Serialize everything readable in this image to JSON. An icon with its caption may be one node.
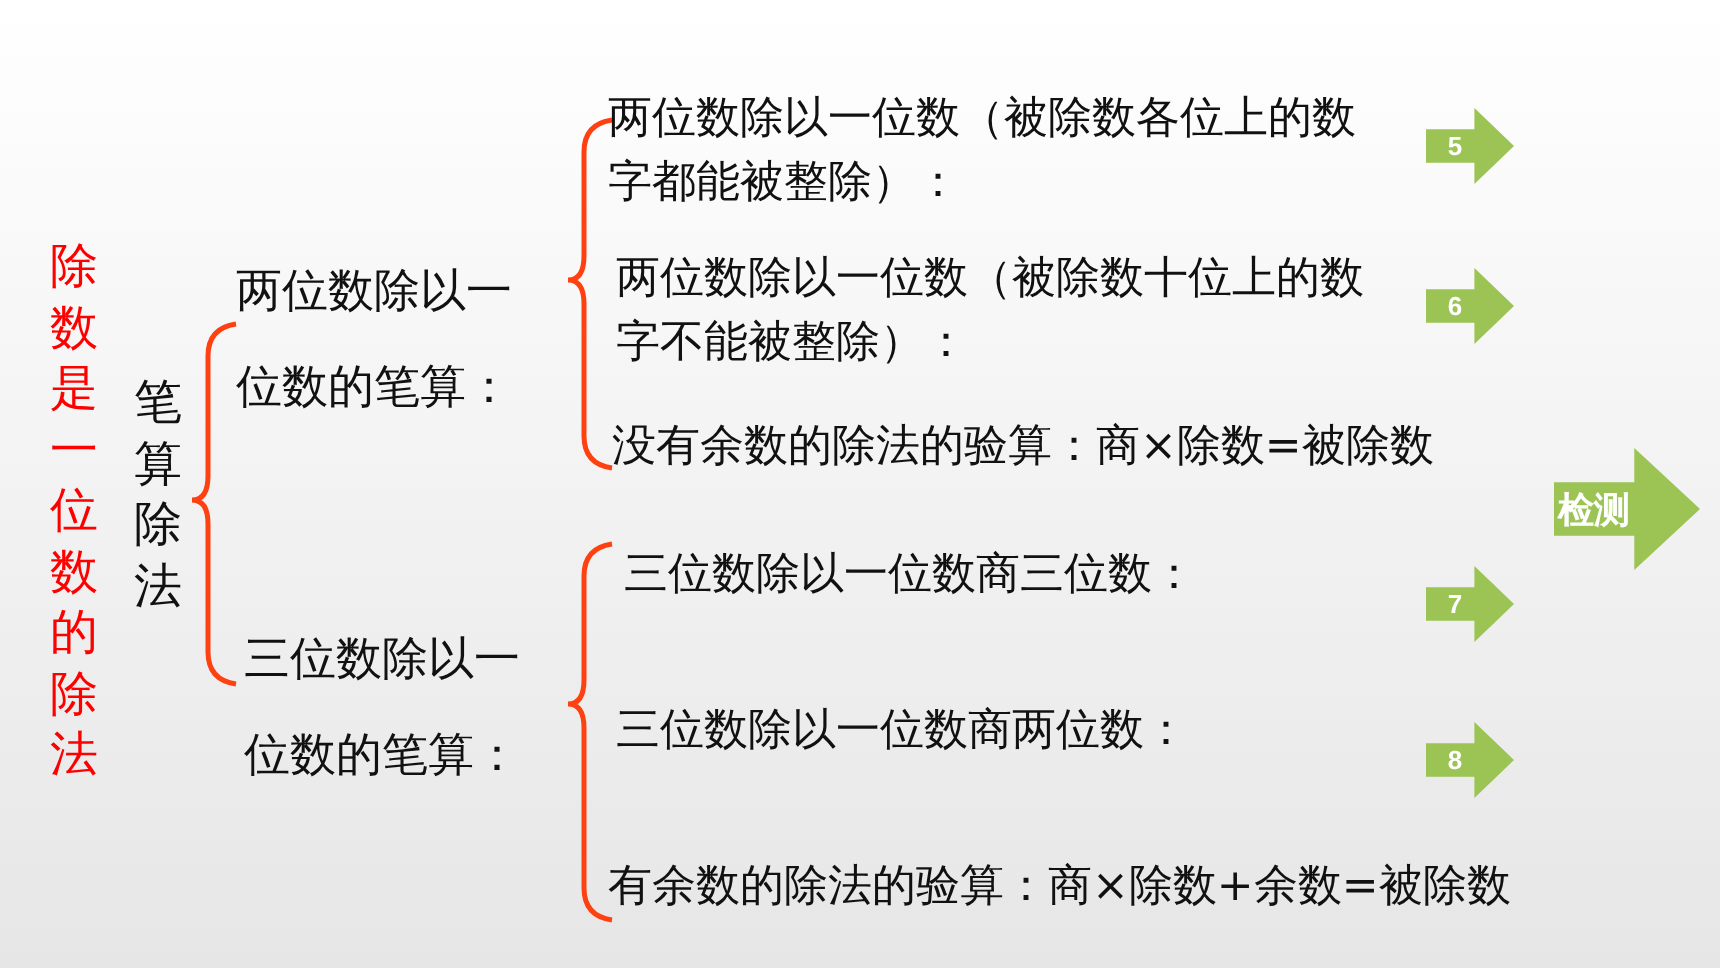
{
  "diagram": {
    "nodes": [
      {
        "text": [
          "除数是一位数的除法"
        ]
      },
      {
        "text": [
          "笔算除法"
        ]
      },
      {
        "text": [
          "两位数除以一位数的笔算："
        ]
      },
      {
        "text": [
          "两位数除以一位数（被除数各位上的数字都能被整除）："
        ]
      },
      {
        "text": [
          "两位数除以一位数（被除数十位上的数字不能被整除）："
        ]
      },
      {
        "text": [
          "没有余数的除法的验算：商×除数=被除数"
        ]
      },
      {
        "text": [
          "三位数除以一位数的笔算："
        ]
      },
      {
        "text": [
          "三位数除以一位数商三位数："
        ]
      },
      {
        "text": [
          "三位数除以一位数商两位数："
        ]
      },
      {
        "text": [
          "有余数的除法的验算：商×除数+余数=被除数"
        ]
      },
      {
        "text": [
          "5"
        ]
      },
      {
        "text": [
          "6"
        ]
      },
      {
        "text": [
          "检测"
        ]
      },
      {
        "text": [
          "7"
        ]
      },
      {
        "text": [
          "8"
        ]
      }
    ]
  }
}
